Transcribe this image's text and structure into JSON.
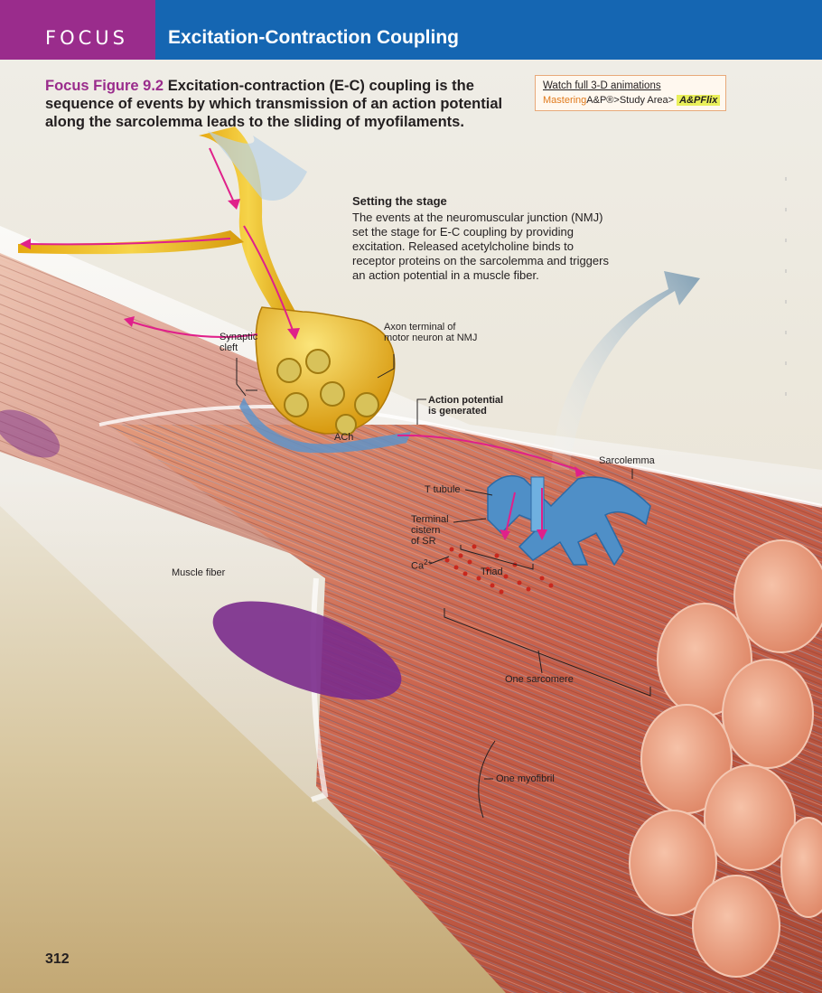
{
  "header": {
    "section_tag": "FOCUS",
    "title": "Excitation-Contraction Coupling",
    "colors": {
      "tag_bg": "#9a2c8c",
      "title_bg": "#1566b2"
    }
  },
  "caption": {
    "figure_label": "Focus Figure 9.2",
    "text": "Excitation-contraction (E-C) coupling is the sequence of events by which transmission of an action potential along the sarcolemma leads to the sliding of myofilaments."
  },
  "animations_box": {
    "line1": "Watch full 3-D animations",
    "mastering": "Mastering",
    "path": "A&P®>Study Area>",
    "flix": "A&PFlix"
  },
  "setting_stage": {
    "title": "Setting the stage",
    "body": "The events at the neuromuscular junction (NMJ) set the stage for E-C coupling by providing excitation. Released acetylcholine binds to receptor proteins on the sarcolemma and triggers an action potential in a muscle fiber."
  },
  "labels": {
    "synaptic_cleft": "Synaptic\ncleft",
    "axon_terminal": "Axon terminal of\nmotor neuron at NMJ",
    "ach": "ACh",
    "action_potential": "Action potential\nis generated",
    "sarcolemma": "Sarcolemma",
    "t_tubule": "T tubule",
    "terminal_cistern": "Terminal\ncistern\nof SR",
    "ca": "Ca",
    "ca_sup": "2+",
    "triad": "Triad",
    "muscle_fiber": "Muscle fiber",
    "one_sarcomere": "One sarcomere",
    "one_myofibril": "One myofibril"
  },
  "page_number": "312"
}
